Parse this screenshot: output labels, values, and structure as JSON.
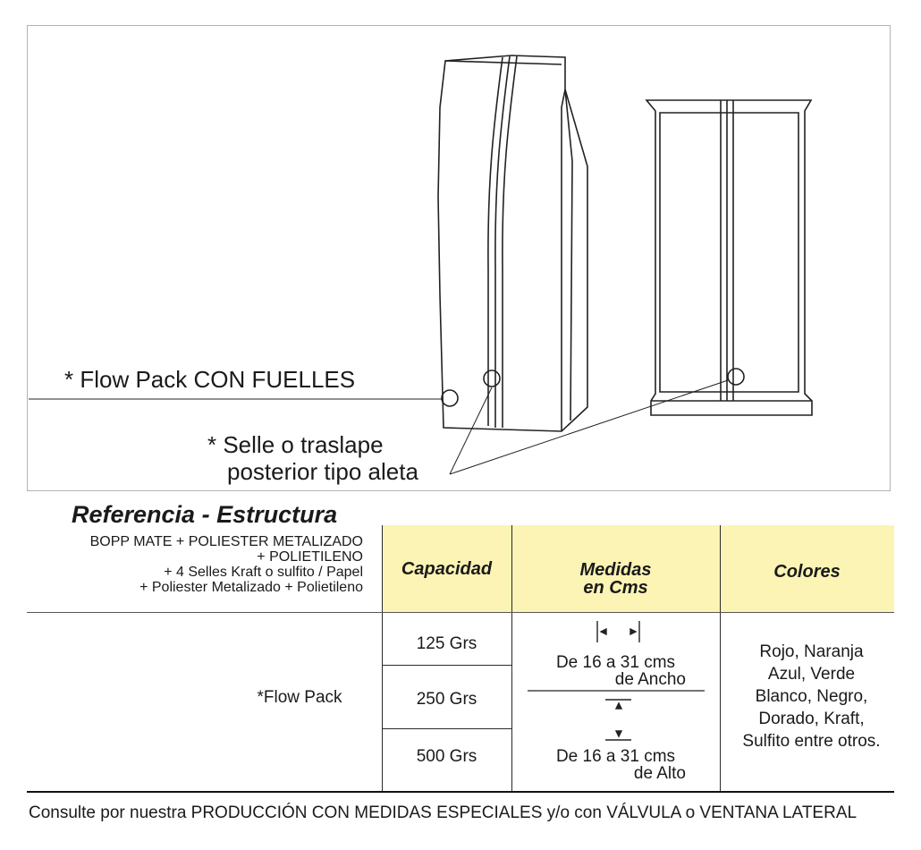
{
  "callouts": {
    "flow_pack": "* Flow Pack CON FUELLES",
    "selle_line1": "* Selle o traslape",
    "selle_line2": "posterior tipo aleta"
  },
  "reference": {
    "title": "Referencia - Estructura",
    "lines": [
      "BOPP MATE + POLIESTER METALIZADO",
      "+ POLIETILENO",
      "+ 4 Selles Kraft o sulfito / Papel",
      "+ Poliester Metalizado + Polietileno"
    ]
  },
  "table": {
    "headers": {
      "capacity": "Capacidad",
      "measures_line1": "Medidas",
      "measures_line2": "en Cms",
      "colors": "Colores"
    },
    "product": "*Flow Pack",
    "capacities": [
      "125 Grs",
      "250 Grs",
      "500 Grs"
    ],
    "width_line1": "De 16 a 31 cms",
    "width_line2": "de Ancho",
    "height_line1": "De 16 a 31 cms",
    "height_line2": "de Alto",
    "colors": [
      "Rojo, Naranja",
      "Azul, Verde",
      "Blanco, Negro,",
      "Dorado, Kraft,",
      "Sulfito entre otros."
    ]
  },
  "footer": "Consulte por nuestra PRODUCCIÓN CON MEDIDAS ESPECIALES y/o con VÁLVULA o VENTANA LATERAL",
  "colors": {
    "header_bg": "#fbf4b4",
    "line": "#2a2a2a",
    "frame": "#b3b3b3"
  }
}
